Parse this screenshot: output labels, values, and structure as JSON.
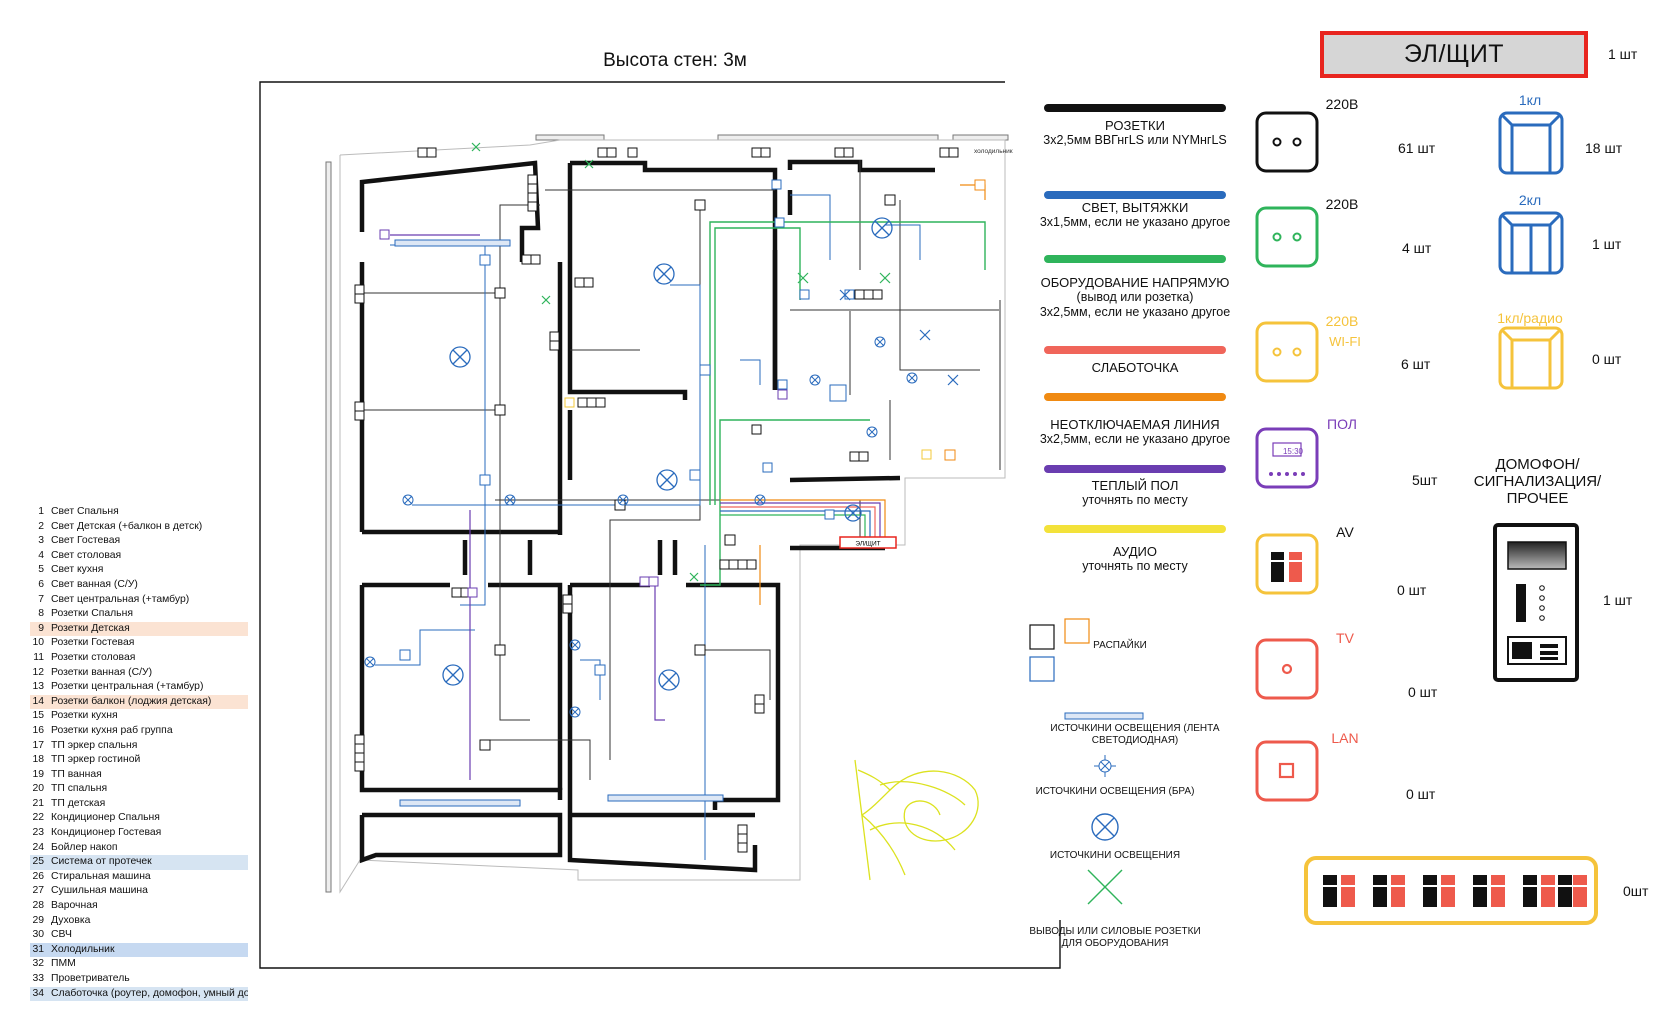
{
  "plan": {
    "wall_height": "Высота стен: 3м",
    "panel_label": "ЭЛ/ЩИТ",
    "fridge_label": "холодильник"
  },
  "circuits": [
    {
      "n": "1",
      "label": "Свет Спальня",
      "hl": ""
    },
    {
      "n": "2",
      "label": "Свет Детская (+балкон в детск)",
      "hl": ""
    },
    {
      "n": "3",
      "label": "Свет Гостевая",
      "hl": ""
    },
    {
      "n": "4",
      "label": "Свет столовая",
      "hl": ""
    },
    {
      "n": "5",
      "label": "Свет кухня",
      "hl": ""
    },
    {
      "n": "6",
      "label": "Свет ванная (С/У)",
      "hl": ""
    },
    {
      "n": "7",
      "label": "Свет центральная (+тамбур)",
      "hl": ""
    },
    {
      "n": "8",
      "label": "Розетки Спальня",
      "hl": ""
    },
    {
      "n": "9",
      "label": "Розетки  Детская",
      "hl": "peach"
    },
    {
      "n": "10",
      "label": "Розетки  Гостевая",
      "hl": ""
    },
    {
      "n": "11",
      "label": "Розетки  столовая",
      "hl": ""
    },
    {
      "n": "12",
      "label": "Розетки ванная (С/У)",
      "hl": ""
    },
    {
      "n": "13",
      "label": "Розетки центральная (+тамбур)",
      "hl": ""
    },
    {
      "n": "14",
      "label": "Розетки балкон (лоджия детская)",
      "hl": "peach"
    },
    {
      "n": "15",
      "label": "Розетки  кухня",
      "hl": ""
    },
    {
      "n": "16",
      "label": "Розетки  кухня раб группа",
      "hl": ""
    },
    {
      "n": "17",
      "label": "ТП эркер спальня",
      "hl": ""
    },
    {
      "n": "18",
      "label": "ТП эркер гостиной",
      "hl": ""
    },
    {
      "n": "19",
      "label": "ТП ванная",
      "hl": ""
    },
    {
      "n": "20",
      "label": "ТП спальня",
      "hl": ""
    },
    {
      "n": "21",
      "label": "ТП детская",
      "hl": ""
    },
    {
      "n": "22",
      "label": "Кондиционер Спальня",
      "hl": ""
    },
    {
      "n": "23",
      "label": "Кондиционер Гостевая",
      "hl": ""
    },
    {
      "n": "24",
      "label": "Бойлер накоп",
      "hl": ""
    },
    {
      "n": "25",
      "label": "Система от протечек",
      "hl": "blue"
    },
    {
      "n": "26",
      "label": "Стиральная машина",
      "hl": ""
    },
    {
      "n": "27",
      "label": "Сушильная машина",
      "hl": ""
    },
    {
      "n": "28",
      "label": "Варочная",
      "hl": ""
    },
    {
      "n": "29",
      "label": "Духовка",
      "hl": ""
    },
    {
      "n": "30",
      "label": "СВЧ",
      "hl": ""
    },
    {
      "n": "31",
      "label": "Холодильник",
      "hl": "blue2"
    },
    {
      "n": "32",
      "label": "ПММ",
      "hl": ""
    },
    {
      "n": "33",
      "label": "Проветриватель",
      "hl": ""
    },
    {
      "n": "34",
      "label": "Слаботочка (роутер, домофон, умный до",
      "hl": "blue"
    }
  ],
  "cable_legend": [
    {
      "color": "#111111",
      "title": "РОЗЕТКИ",
      "sub": "3х2,5мм ВВГнгLS или NYMнгLS"
    },
    {
      "color": "#2a6bbd",
      "title": "СВЕТ, ВЫТЯЖКИ",
      "sub": "3х1,5мм, если не указано другое"
    },
    {
      "color": "#2fb45b",
      "title": "ОБОРУДОВАНИЕ  НАПРЯМУЮ",
      "sub": "(вывод или розетка)",
      "sub2": "3х2,5мм, если не указано другое"
    },
    {
      "color": "#f0655a",
      "title": "СЛАБОТОЧКА",
      "sub": ""
    },
    {
      "color": "#f08a12",
      "title": "НЕОТКЛЮЧАЕМАЯ ЛИНИЯ",
      "sub": "3х2,5мм, если не указано другое"
    },
    {
      "color": "#6a3db0",
      "title": "ТЕПЛЫЙ ПОЛ",
      "sub": "уточнять по месту"
    },
    {
      "color": "#f3e23a",
      "title": "АУДИО",
      "sub": "уточнять по месту"
    }
  ],
  "symbol_legend": {
    "junction": "РАСПАЙКИ",
    "led_strip": "ИСТОЧКИНИ ОСВЕЩЕНИЯ (ЛЕНТА СВЕТОДИОДНАЯ)",
    "sconce": "ИСТОЧКИНИ ОСВЕЩЕНИЯ (БРА)",
    "light": "ИСТОЧКИНИ ОСВЕЩЕНИЯ",
    "outlet_line1": "ВЫВОДЫ ИЛИ СИЛОВЫЕ РОЗЕТКИ",
    "outlet_line2": "ДЛЯ ОБОРУДОВАНИЯ"
  },
  "panel": {
    "label": "ЭЛ/ЩИТ",
    "count": "1 шт"
  },
  "outlets": [
    {
      "label": "220В",
      "count": "61 шт",
      "color": "#111111",
      "label_color": "#111111"
    },
    {
      "label": "220В",
      "count": "4 шт",
      "color": "#2fb45b",
      "label_color": "#111111"
    },
    {
      "label": "220В",
      "sub": "WI-FI",
      "count": "6 шт",
      "color": "#f5c33b",
      "label_color": "#f5c33b"
    },
    {
      "label": "ПОЛ",
      "screen": "15:30",
      "count": "5шт",
      "color": "#7a3db8",
      "label_color": "#7a3db8"
    },
    {
      "label": "AV",
      "count": "0 шт",
      "color": "#f5c33b",
      "label_color": "#111111"
    },
    {
      "label": "TV",
      "count": "0 шт",
      "color": "#ee5a4c",
      "label_color": "#ee5a4c"
    },
    {
      "label": "LAN",
      "count": "0 шт",
      "color": "#ee5a4c",
      "label_color": "#ee5a4c"
    }
  ],
  "switches": [
    {
      "label": "1кл",
      "count": "18 шт",
      "color": "#2a6bbd"
    },
    {
      "label": "2кл",
      "count": "1 шт",
      "color": "#2a6bbd"
    },
    {
      "label": "1кл/радио",
      "count": "0 шт",
      "color": "#f5c33b"
    }
  ],
  "intercom": {
    "title_l1": "ДОМОФОН/",
    "title_l2": "СИГНАЛИЗАЦИЯ/",
    "title_l3": "ПРОЧЕЕ",
    "count": "1 шт"
  },
  "av_strip": {
    "count": "0шт",
    "color": "#f5c33b"
  }
}
